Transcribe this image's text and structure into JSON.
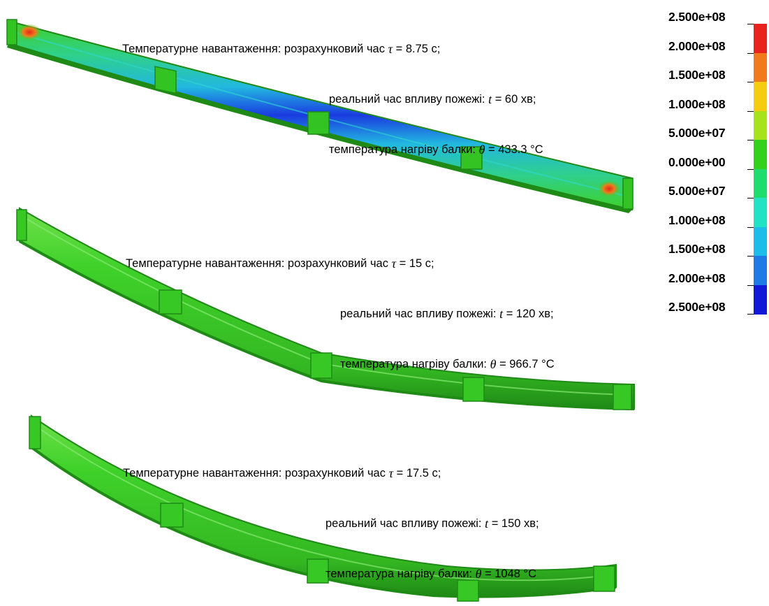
{
  "captions": [
    {
      "lead": "Температурне навантаження: ",
      "line1_text": "розрахунковий час ",
      "line1_symbol": "τ",
      "line1_value": " = 8.75 с;",
      "line2_text": "реальний час впливу пожежі: ",
      "line2_symbol": "t",
      "line2_value": " = 60 хв;",
      "line3_text": "температура нагріву балки: ",
      "line3_symbol": "θ",
      "line3_value": " = 433.3 °C"
    },
    {
      "lead": "Температурне навантаження: ",
      "line1_text": "розрахунковий час ",
      "line1_symbol": "τ",
      "line1_value": " = 15 с;",
      "line2_text": "реальний час впливу пожежі: ",
      "line2_symbol": "t",
      "line2_value": " = 120 хв;",
      "line3_text": "температура нагріву балки: ",
      "line3_symbol": "θ",
      "line3_value": " = 966.7 °C"
    },
    {
      "lead": "Температурне навантаження: ",
      "line1_text": "розрахунковий час ",
      "line1_symbol": "τ",
      "line1_value": " = 17.5 с;",
      "line2_text": "реальний час впливу пожежі: ",
      "line2_symbol": "t",
      "line2_value": " = 150 хв;",
      "line3_text": "температура нагріву балки: ",
      "line3_symbol": "θ",
      "line3_value": " = 1048 °C"
    }
  ],
  "legend": {
    "labels": [
      "2.500e+08",
      "2.000e+08",
      "1.500e+08",
      "1.000e+08",
      "5.000e+07",
      "0.000e+00",
      "5.000e+07",
      "1.000e+08",
      "1.500e+08",
      "2.000e+08",
      "2.500e+08"
    ],
    "colors": [
      "#e8221c",
      "#f07a1c",
      "#f5cc0f",
      "#a6e31c",
      "#33d11e",
      "#1edc6e",
      "#22e2c4",
      "#1cbde8",
      "#1f7ae6",
      "#1218d6"
    ]
  },
  "colors": {
    "beam_green": "#3fd12a",
    "beam_dark": "#1f8a16",
    "stress_blue": "#1a3be0",
    "stress_cyan": "#2ed8d0",
    "hotspot_red": "#e02a18"
  }
}
